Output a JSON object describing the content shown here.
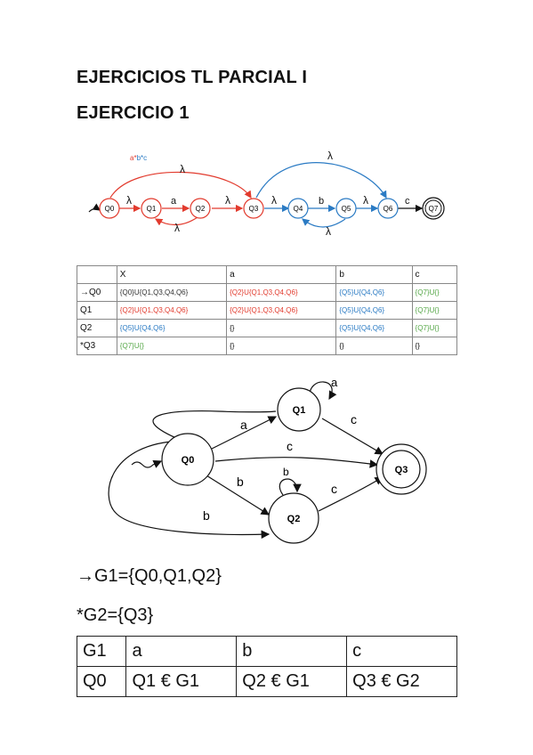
{
  "title": "EJERCICIOS TL PARCIAL I",
  "subtitle": "EJERCICIO 1",
  "diagram1": {
    "expr_parts": [
      "a",
      "*",
      "b",
      "*",
      "c"
    ],
    "states": [
      "Q0",
      "Q1",
      "Q2",
      "Q3",
      "Q4",
      "Q5",
      "Q6",
      "Q7"
    ],
    "labels": {
      "lambda": "λ",
      "a": "a",
      "b": "b",
      "c": "c",
      "start": "~>"
    }
  },
  "table1": {
    "headers": [
      "",
      "X",
      "a",
      "b",
      "c"
    ],
    "rows": [
      {
        "state": "→Q0",
        "x": "{Q0}U{Q1,Q3,Q4,Q6}",
        "a": "{Q2}U{Q1,Q3,Q4,Q6}",
        "b": "{Q5}U{Q4,Q6}",
        "c": "{Q7}U{}"
      },
      {
        "state": "Q1",
        "x": "{Q2}U{Q1,Q3,Q4,Q6}",
        "a": "{Q2}U{Q1,Q3,Q4,Q6}",
        "b": "{Q5}U{Q4,Q6}",
        "c": "{Q7}U{}"
      },
      {
        "state": "Q2",
        "x": "{Q5}U{Q4,Q6}",
        "a": "{}",
        "b": "{Q5}U{Q4,Q6}",
        "c": "{Q7}U{}"
      },
      {
        "state": "*Q3",
        "x": "{Q7}U{}",
        "a": "{}",
        "b": "{}",
        "c": "{}"
      }
    ],
    "colors": {
      "red": "#e23b2e",
      "blue": "#2b7bc4",
      "green": "#58a84a"
    }
  },
  "diagram2": {
    "states": [
      "Q0",
      "Q1",
      "Q2",
      "Q3"
    ],
    "labels": {
      "a": "a",
      "b": "b",
      "c": "c",
      "start": "~"
    }
  },
  "groups": {
    "g1": "→G1={Q0,Q1,Q2}",
    "g2": "*G2={Q3}"
  },
  "table2": {
    "headers": [
      "G1",
      "a",
      "b",
      "c"
    ],
    "row": [
      "Q0",
      "Q1 € G1",
      "Q2 € G1",
      "Q3 € G2"
    ]
  }
}
